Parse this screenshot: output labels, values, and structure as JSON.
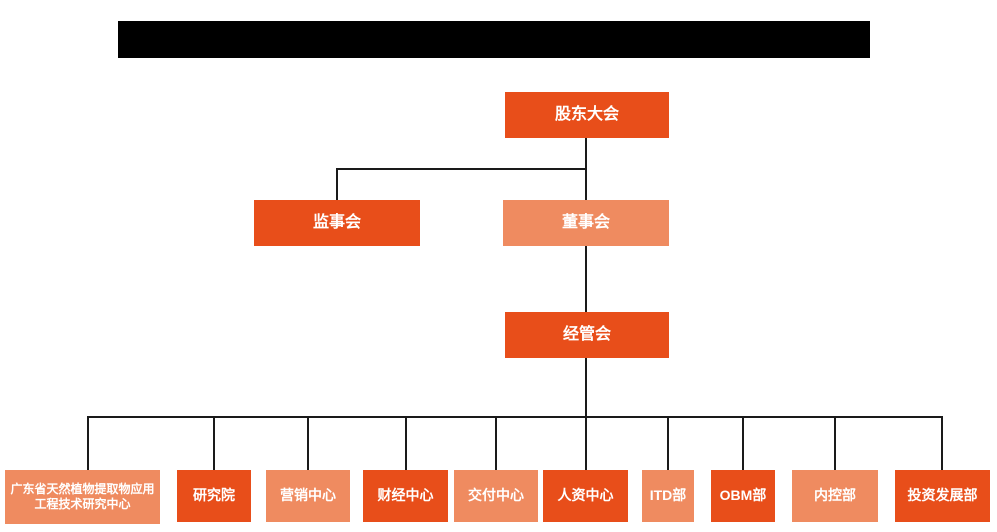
{
  "colors": {
    "primary": "#E84E1A",
    "secondary": "#EF8B60",
    "line": "#1a1a1a",
    "text_on_box": "#ffffff",
    "title_bar": "#000000",
    "background": "#ffffff"
  },
  "org_chart": {
    "type": "organization-chart",
    "nodes": {
      "shareholders": {
        "label": "股东大会",
        "variant": "primary",
        "level": 1
      },
      "supervisory_board": {
        "label": "监事会",
        "variant": "primary",
        "level": 2
      },
      "board_of_directors": {
        "label": "董事会",
        "variant": "secondary",
        "level": 2
      },
      "management_committee": {
        "label": "经管会",
        "variant": "primary",
        "level": 3
      }
    },
    "departments": [
      {
        "label": "广东省天然植物提取物应用工程技术研究中心",
        "variant": "secondary"
      },
      {
        "label": "研究院",
        "variant": "primary"
      },
      {
        "label": "营销中心",
        "variant": "secondary"
      },
      {
        "label": "财经中心",
        "variant": "primary"
      },
      {
        "label": "交付中心",
        "variant": "secondary"
      },
      {
        "label": "人资中心",
        "variant": "primary"
      },
      {
        "label": "ITD部",
        "variant": "secondary"
      },
      {
        "label": "OBM部",
        "variant": "primary"
      },
      {
        "label": "内控部",
        "variant": "secondary"
      },
      {
        "label": "投资发展部",
        "variant": "primary"
      }
    ],
    "hierarchy": [
      "股东大会 -> 监事会",
      "股东大会 -> 董事会",
      "董事会 -> 经管会",
      "经管会 -> 广东省天然植物提取物应用工程技术研究中心, 研究院, 营销中心, 财经中心, 交付中心, 人资中心, ITD部, OBM部, 内控部, 投资发展部"
    ]
  }
}
